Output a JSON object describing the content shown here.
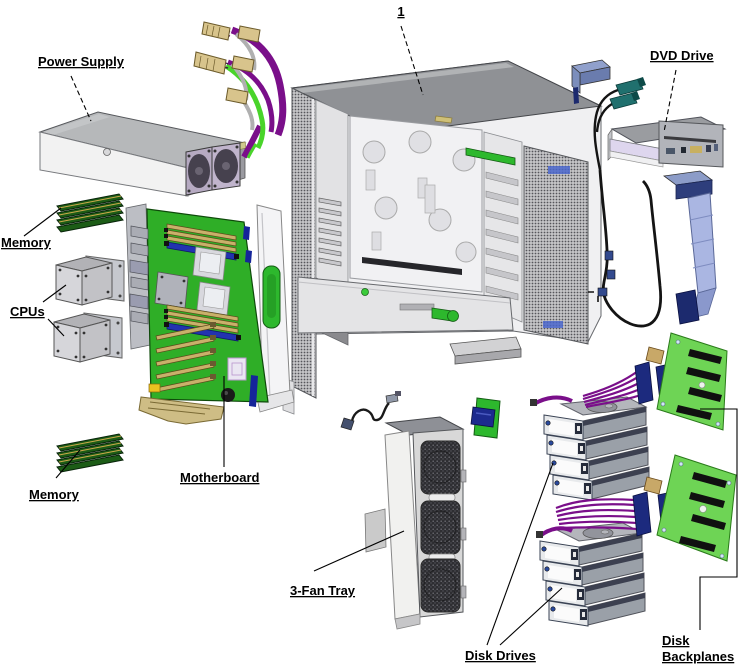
{
  "diagram_type": "exploded-parts-diagram",
  "labels": {
    "callout_1": "1",
    "power_supply": "Power Supply",
    "memory_top": "Memory",
    "cpus": "CPUs",
    "memory_bottom": "Memory",
    "motherboard": "Motherboard",
    "fan_tray": "3-Fan Tray",
    "disk_drives": "Disk Drives",
    "disk_backplanes_line1": "Disk",
    "disk_backplanes_line2": "Backplanes",
    "dvd_drive": "DVD Drive"
  },
  "parts": [
    {
      "name": "chassis",
      "label": "1"
    },
    {
      "name": "power-supply",
      "label": "Power Supply"
    },
    {
      "name": "power-cable-harness",
      "label": ""
    },
    {
      "name": "memory-dimms-upper",
      "label": "Memory"
    },
    {
      "name": "cpus",
      "label": "CPUs"
    },
    {
      "name": "motherboard",
      "label": "Motherboard"
    },
    {
      "name": "memory-dimms-lower",
      "label": "Memory"
    },
    {
      "name": "three-fan-tray",
      "label": "3-Fan Tray"
    },
    {
      "name": "fan-cable",
      "label": ""
    },
    {
      "name": "fan-power-board",
      "label": ""
    },
    {
      "name": "disk-drive-stacks",
      "label": "Disk Drives"
    },
    {
      "name": "disk-ribbon-cables",
      "label": ""
    },
    {
      "name": "disk-backplanes",
      "label": "Disk Backplanes"
    },
    {
      "name": "dvd-drive",
      "label": "DVD Drive"
    },
    {
      "name": "dvd-cables",
      "label": ""
    },
    {
      "name": "flex-ribbon-cable",
      "label": ""
    },
    {
      "name": "mounting-bracket",
      "label": ""
    }
  ],
  "colors": {
    "background": "#ffffff",
    "label_text": "#000000",
    "leader_line": "#000000",
    "pcb_green": "#2fae27",
    "backplane_green": "#6ed455",
    "handle_green": "#2db82d",
    "chassis_gray": "#9a9ca0",
    "chassis_light": "#f1f1f3",
    "cable_purple": "#7a0f8a",
    "cable_green": "#49d42a",
    "connector_tan": "#d4bc84",
    "connector_navy": "#1c2a7e",
    "ribbon_blue": "#a8b4e0",
    "teal_connector": "#20706e",
    "dvd_tray_lavender": "#ded6ee",
    "fan_dark": "#3a3a3e",
    "drive_gray": "#9aa0a8"
  }
}
